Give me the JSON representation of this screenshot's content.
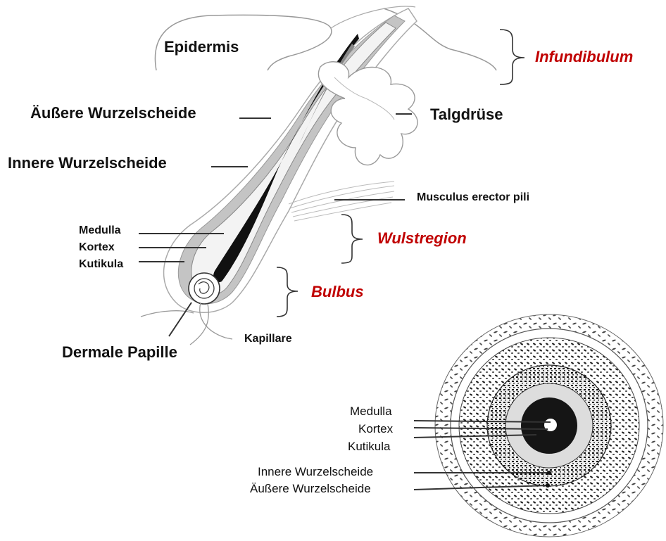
{
  "labels": {
    "epidermis": "Epidermis",
    "outer_root_sheath": "Äußere Wurzelscheide",
    "inner_root_sheath": "Innere Wurzelscheide",
    "medulla": "Medulla",
    "cortex": "Kortex",
    "cuticle": "Kutikula",
    "dermal_papilla": "Dermale Papille",
    "capillary": "Kapillare",
    "sebaceous_gland": "Talgdrüse",
    "arrector_pili": "Musculus erector pili",
    "infundibulum": "Infundibulum",
    "bulge_region": "Wulstregion",
    "bulb": "Bulbus"
  },
  "cross_section_labels": {
    "medulla": "Medulla",
    "cortex": "Kortex",
    "cuticle": "Kutikula",
    "inner_root_sheath": "Innere Wurzelscheide",
    "outer_root_sheath": "Äußere Wurzelscheide"
  },
  "colors": {
    "region_label": "#c00000",
    "sheath_grey": "#b5b5b5",
    "line": "#333333"
  }
}
